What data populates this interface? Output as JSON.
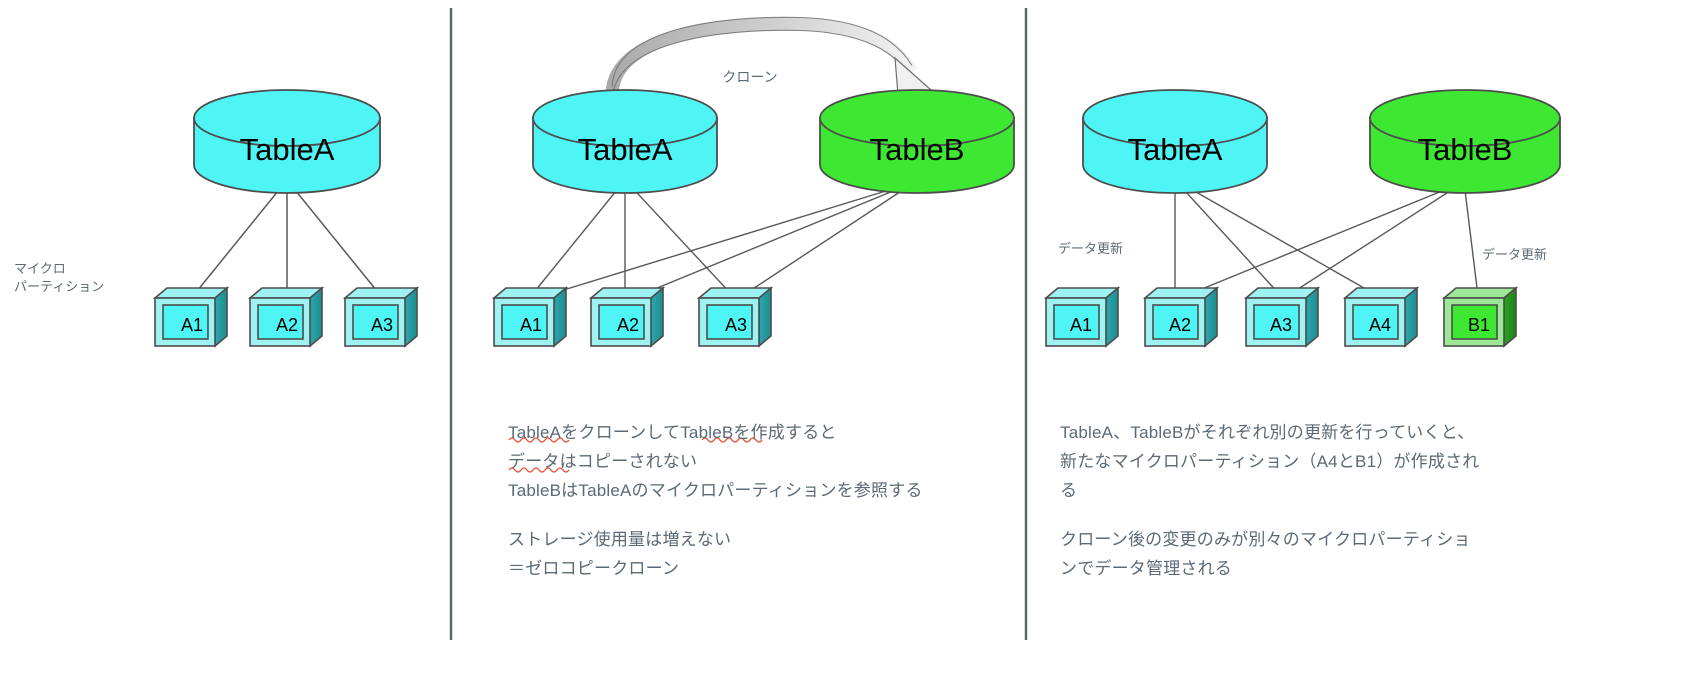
{
  "diagram": {
    "title": "Zero-copy clone micro-partition diagram",
    "colors": {
      "cyan": "#4ff5f5",
      "green": "#3ee832",
      "stroke": "#4d4d4d",
      "divider": "#5d6569",
      "text": "#5b6a76",
      "arrow_fill": "#b3b3b3",
      "spellcheck": "#e8503a"
    },
    "panels": [
      {
        "id": "panel-1",
        "side_label": "マイクロ\nパーティション",
        "cylinders": [
          {
            "label": "TableA",
            "color": "cyan"
          }
        ],
        "partitions": [
          {
            "label": "A1",
            "color": "cyan"
          },
          {
            "label": "A2",
            "color": "cyan"
          },
          {
            "label": "A3",
            "color": "cyan"
          }
        ],
        "caption": ""
      },
      {
        "id": "panel-2",
        "arrow_label": "クローン",
        "cylinders": [
          {
            "label": "TableA",
            "color": "cyan"
          },
          {
            "label": "TableB",
            "color": "green"
          }
        ],
        "partitions": [
          {
            "label": "A1",
            "color": "cyan"
          },
          {
            "label": "A2",
            "color": "cyan"
          },
          {
            "label": "A3",
            "color": "cyan"
          }
        ],
        "caption_line1": "TableAをクローンしてTableBを作成すると",
        "caption_line2": "データはコピーされない",
        "caption_line3": "TableBはTableAのマイクロパーティションを参照する",
        "caption_line4": "ストレージ使用量は増えない",
        "caption_line5": "＝ゼロコピークローン"
      },
      {
        "id": "panel-3",
        "label_left": "データ更新",
        "label_right": "データ更新",
        "cylinders": [
          {
            "label": "TableA",
            "color": "cyan"
          },
          {
            "label": "TableB",
            "color": "green"
          }
        ],
        "partitions": [
          {
            "label": "A1",
            "color": "cyan"
          },
          {
            "label": "A2",
            "color": "cyan"
          },
          {
            "label": "A3",
            "color": "cyan"
          },
          {
            "label": "A4",
            "color": "cyan"
          },
          {
            "label": "B1",
            "color": "green"
          }
        ],
        "caption_para1": "TableA、TableBがそれぞれ別の更新を行っていくと、\n新たなマイクロパーティション（A4とB1）が作成され\nる",
        "caption_para2": "クローン後の変更のみが別々のマイクロパーティショ\nンでデータ管理される"
      }
    ]
  }
}
